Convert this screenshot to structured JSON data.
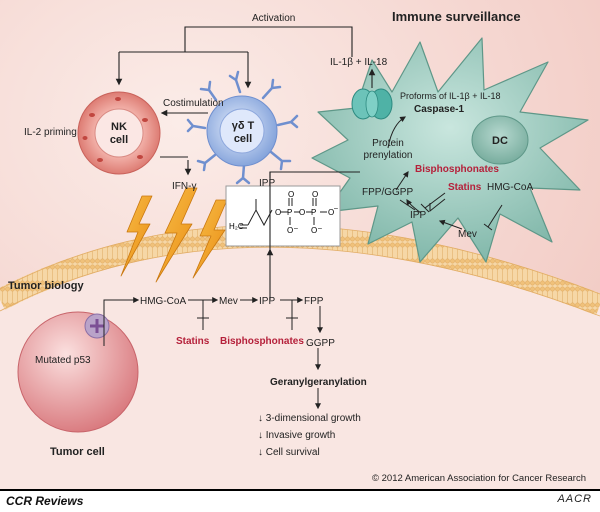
{
  "labels": {
    "activation": "Activation",
    "immune_surveillance": "Immune surveillance",
    "costimulation": "Costimulation",
    "il2_priming": "IL-2 priming",
    "nk_cell_line1": "NK",
    "nk_cell_line2": "cell",
    "gd_cell_line1": "γδ T",
    "gd_cell_line2": "cell",
    "ifn_gamma": "IFN-γ",
    "ipp_top": "IPP",
    "il1_il18": "IL-1β + IL-18",
    "proforms": "Proforms of IL-1β + IL-18",
    "caspase": "Caspase-1",
    "protein_prenylation_line1": "Protein",
    "protein_prenylation_line2": "prenylation",
    "dc": "DC",
    "bisphosphonates_dc": "Bisphosphonates",
    "statins_dc": "Statins",
    "fpp_ggpp": "FPP/GGPP",
    "hmgcoa_dc": "HMG-CoA",
    "ipp_dc": "IPP",
    "mev_dc": "Mev",
    "tumor_biology": "Tumor biology",
    "hmgcoa_tumor": "HMG-CoA",
    "mev_tumor": "Mev",
    "ipp_tumor": "IPP",
    "fpp_tumor": "FPP",
    "statins_tumor": "Statins",
    "bisphosphonates_tumor": "Bisphosphonates",
    "ggpp": "GGPP",
    "mutated_p53": "Mutated p53",
    "geranylgeranylation": "Geranylgeranylation",
    "outcome_1": "↓ 3-dimensional growth",
    "outcome_2": "↓ Invasive growth",
    "outcome_3": "↓ Cell survival",
    "tumor_cell": "Tumor cell",
    "mol_o1": "O",
    "mol_p1": "P",
    "mol_o2": "O",
    "mol_p2": "P",
    "mol_o3": "O",
    "mol_o4": "O",
    "mol_om1": "O",
    "mol_om2": "O",
    "mol_om3": "O",
    "mol_minus1": "–",
    "mol_minus2": "–",
    "mol_minus3": "–",
    "mol_h2c": "H₂C"
  },
  "footer": {
    "copyright": "© 2012 American Association for Cancer Research",
    "journal": "CCR Reviews",
    "logo_text": "AACR"
  },
  "colors": {
    "background_pink": "#f6d6d0",
    "tumor_membrane": "#f3c98e",
    "dc_green": "#8fc4b7",
    "nk_red": "#e98f86",
    "gd_blue": "#9bb3e2",
    "lightning": "#f4a21f",
    "inhibitor_red": "#b5203a",
    "tumor_nucleus": "#e7969a"
  }
}
